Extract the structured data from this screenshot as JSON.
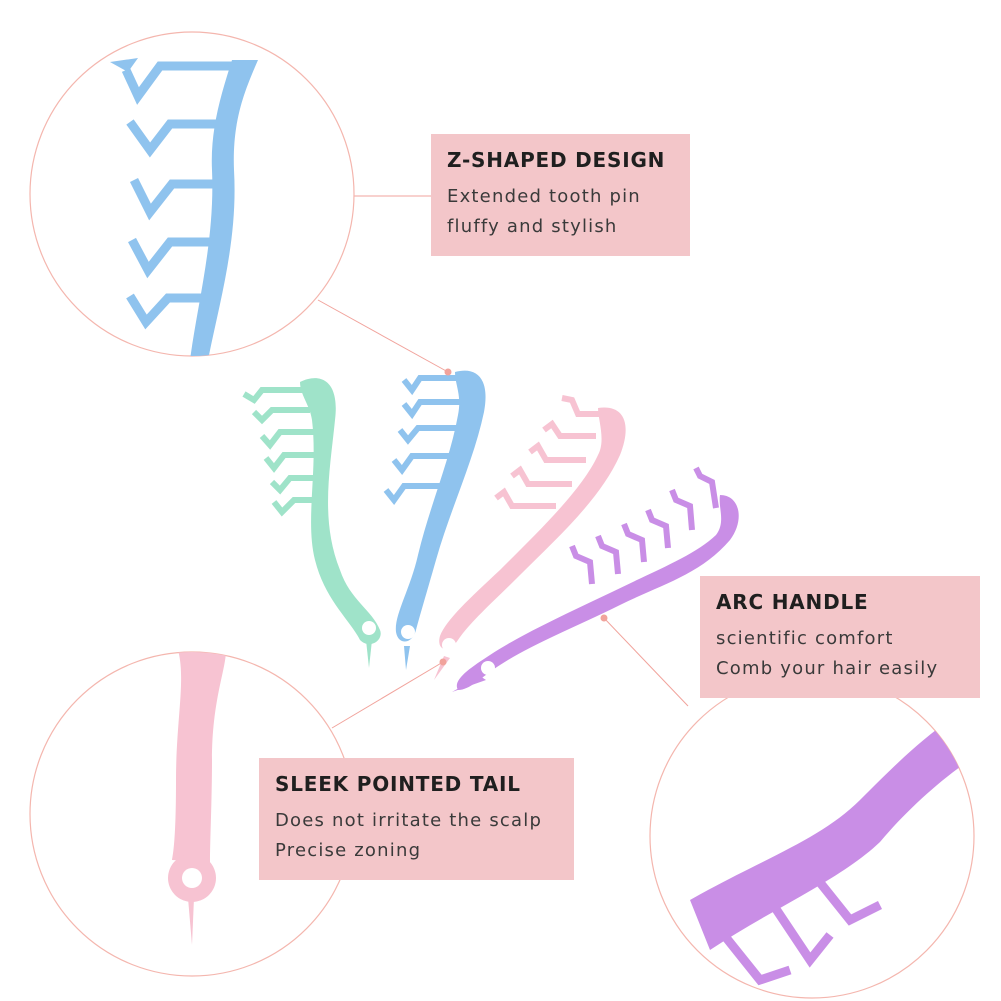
{
  "features": [
    {
      "title": "Z-SHAPED DESIGN",
      "lines": [
        "Extended tooth pin",
        "fluffy and stylish"
      ]
    },
    {
      "title": "ARC HANDLE",
      "lines": [
        "scientific comfort",
        "Comb your hair easily"
      ]
    },
    {
      "title": "SLEEK POINTED TAIL",
      "lines": [
        "Does not irritate the scalp",
        "Precise zoning"
      ]
    }
  ],
  "colors": {
    "label_bg": "#f3c6c9",
    "leader_line": "#f1a39c",
    "circle_outline": "#f4b6ae",
    "comb_mint": "#9fe3c9",
    "comb_blue": "#8fc3ee",
    "comb_pink": "#f7c3d2",
    "comb_purple": "#c98ee6"
  }
}
